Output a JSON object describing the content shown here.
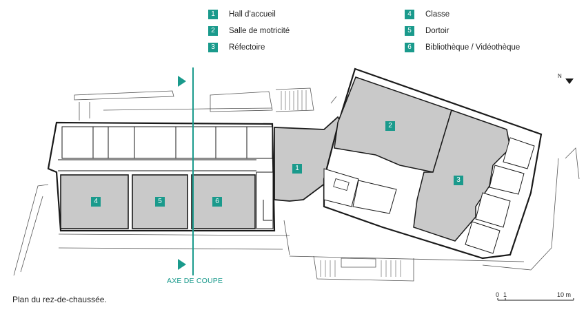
{
  "legend": {
    "items": [
      {
        "num": "1",
        "label": "Hall d’accueil"
      },
      {
        "num": "2",
        "label": "Salle de motricité"
      },
      {
        "num": "3",
        "label": "Réfectoire"
      },
      {
        "num": "4",
        "label": "Classe"
      },
      {
        "num": "5",
        "label": "Dortoir"
      },
      {
        "num": "6",
        "label": "Bibliothèque / Vidéothèque"
      }
    ]
  },
  "rooms": {
    "hall": "1",
    "motricite": "2",
    "refectoire": "3",
    "classe": "4",
    "dortoir": "5",
    "bibliotheque": "6"
  },
  "section_axis": {
    "label": "AXE DE COUPE"
  },
  "north": {
    "label": "N"
  },
  "scale": {
    "zero": "0",
    "one": "1",
    "ten": "10 m"
  },
  "caption": "Plan du rez-de-chaussée.",
  "colors": {
    "accent": "#1a9a8c",
    "room_fill": "#c9c9c9",
    "wall": "#1a1a1a"
  }
}
